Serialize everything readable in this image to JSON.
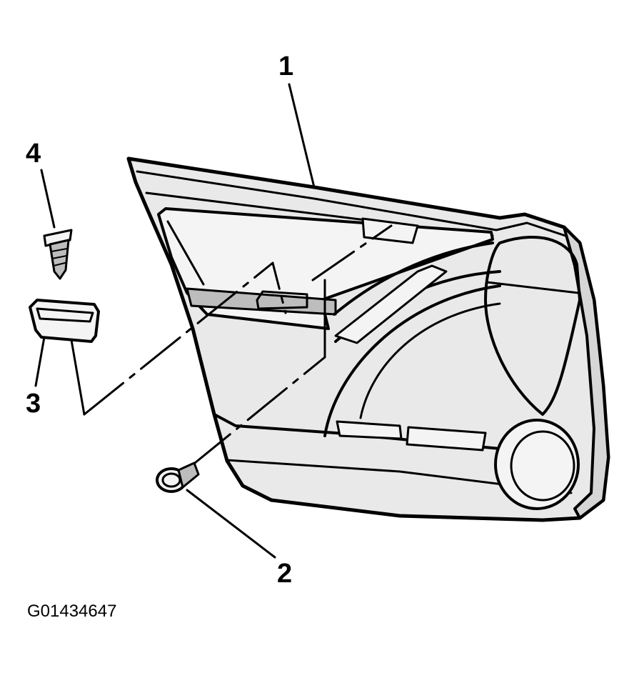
{
  "callouts": {
    "part_1": "1",
    "part_2": "2",
    "part_3": "3",
    "part_4": "4"
  },
  "figure_code": "G01434647"
}
